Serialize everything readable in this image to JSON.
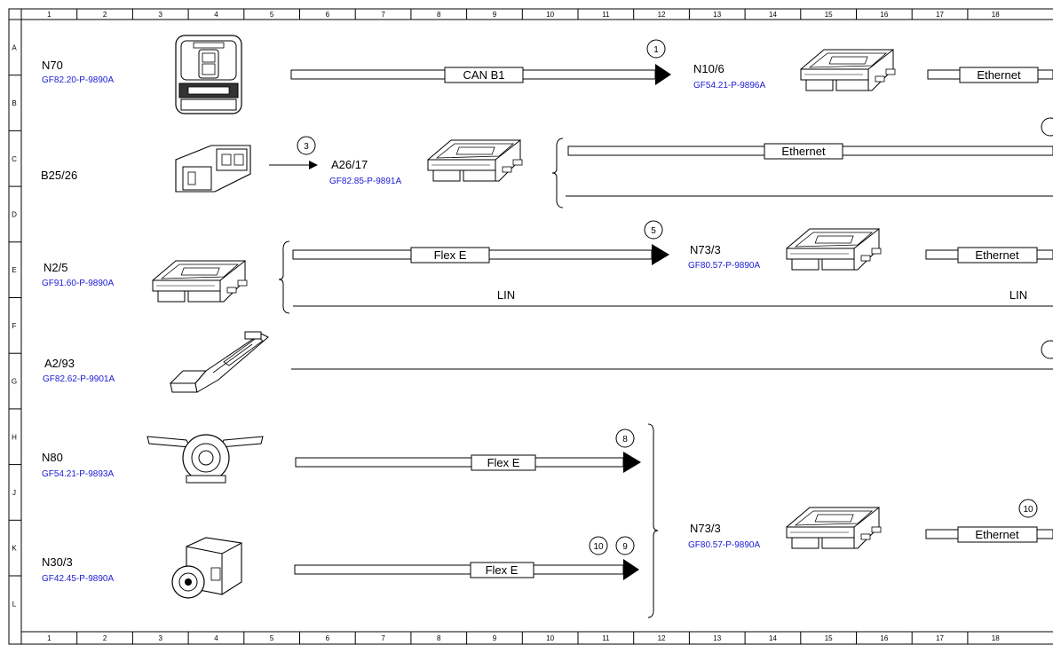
{
  "ruler": {
    "columns": [
      "1",
      "2",
      "3",
      "4",
      "5",
      "6",
      "7",
      "8",
      "9",
      "10",
      "11",
      "12",
      "13",
      "14",
      "15",
      "16",
      "17",
      "18"
    ],
    "rows": [
      "A",
      "B",
      "C",
      "D",
      "E",
      "F",
      "G",
      "H",
      "J",
      "K",
      "L"
    ]
  },
  "components": {
    "n70": {
      "name": "N70",
      "ref": "GF82.20-P-9890A"
    },
    "n10_6": {
      "name": "N10/6",
      "ref": "GF54.21-P-9896A"
    },
    "b25_26": {
      "name": "B25/26"
    },
    "a26_17": {
      "name": "A26/17",
      "ref": "GF82.85-P-9891A"
    },
    "n2_5": {
      "name": "N2/5",
      "ref": "GF91.60-P-9890A"
    },
    "n73_3a": {
      "name": "N73/3",
      "ref": "GF80.57-P-9890A"
    },
    "a2_93": {
      "name": "A2/93",
      "ref": "GF82.62-P-9901A"
    },
    "n80": {
      "name": "N80",
      "ref": "GF54.21-P-9893A"
    },
    "n30_3": {
      "name": "N30/3",
      "ref": "GF42.45-P-9890A"
    },
    "n73_3b": {
      "name": "N73/3",
      "ref": "GF80.57-P-9890A"
    }
  },
  "buses": {
    "can_b1": "CAN B1",
    "eth_1": "Ethernet",
    "eth_2": "Ethernet",
    "flex_1": "Flex E",
    "eth_3": "Ethernet",
    "lin_1": "LIN",
    "lin_2": "LIN",
    "flex_2": "Flex E",
    "flex_3": "Flex E",
    "eth_4": "Ethernet"
  },
  "callouts": {
    "c1": "1",
    "c3": "3",
    "c5": "5",
    "c8": "8",
    "c10a": "10",
    "c9": "9",
    "c10b": "10"
  },
  "colors": {
    "reference_text": "#1a1ad6",
    "line": "#000000"
  }
}
